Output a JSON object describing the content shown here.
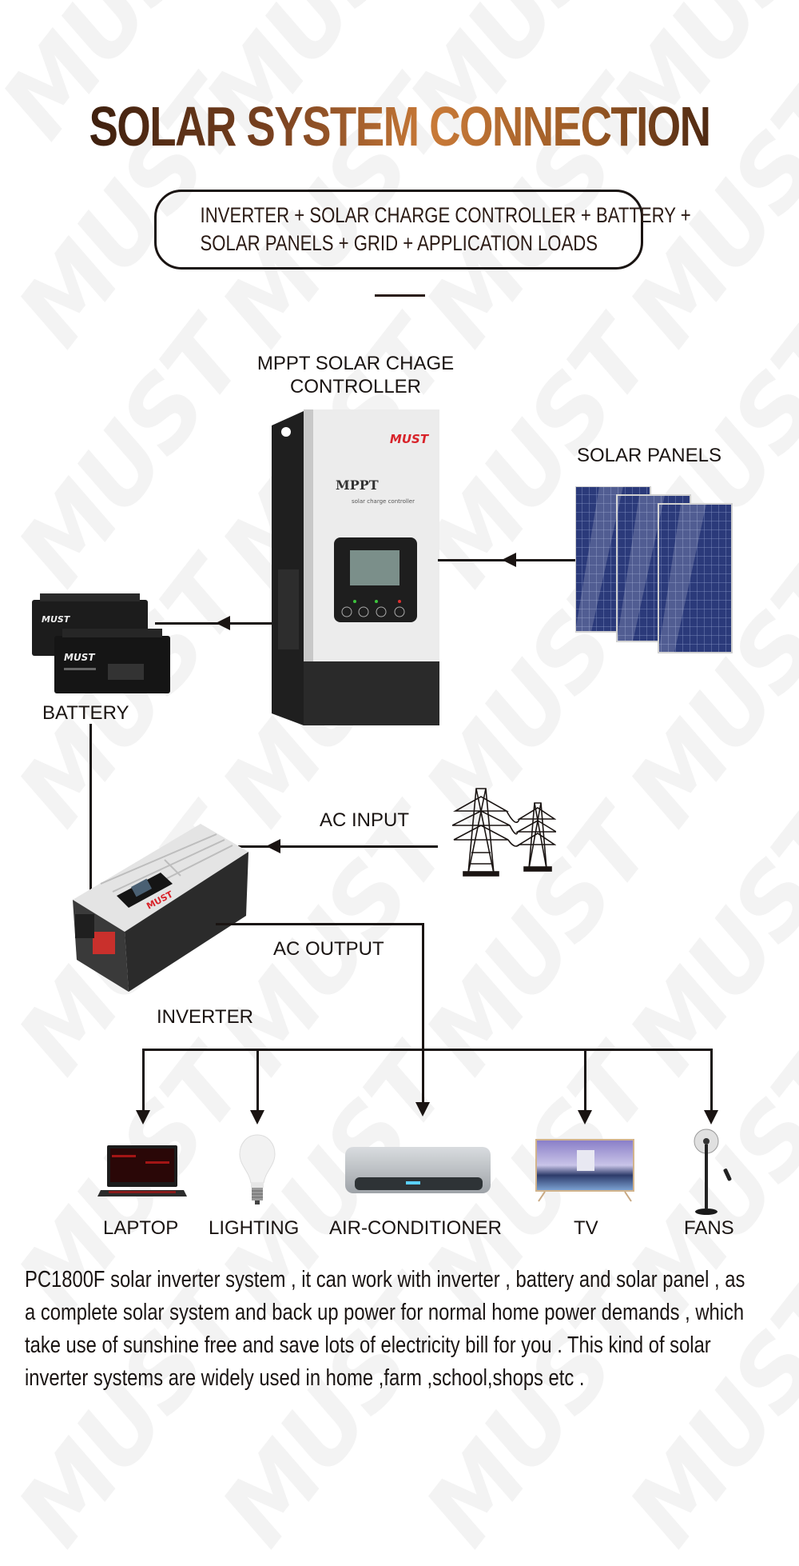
{
  "header": {
    "title": "SOLAR SYSTEM CONNECTION",
    "subtitle_line1": "INVERTER + SOLAR CHARGE CONTROLLER + BATTERY +",
    "subtitle_line2": "SOLAR PANELS + GRID + APPLICATION LOADS"
  },
  "watermark": {
    "text": "MUST"
  },
  "components": {
    "controller": {
      "label_line1": "MPPT SOLAR CHAGE",
      "label_line2": "CONTROLLER",
      "brand": "MUST",
      "model_text": "MPPT",
      "sub_text": "solar charge controller"
    },
    "solar_panels": {
      "label": "SOLAR PANELS"
    },
    "battery": {
      "label": "BATTERY",
      "brand": "MUST"
    },
    "grid": {
      "label": "AC INPUT"
    },
    "inverter": {
      "label": "INVERTER",
      "output_label": "AC OUTPUT",
      "brand": "MUST"
    }
  },
  "loads": [
    {
      "label": "LAPTOP",
      "icon": "laptop-icon"
    },
    {
      "label": "LIGHTING",
      "icon": "light-bulb-icon"
    },
    {
      "label": "AIR-CONDITIONER",
      "icon": "air-conditioner-icon"
    },
    {
      "label": "TV",
      "icon": "tv-icon"
    },
    {
      "label": "FANS",
      "icon": "fan-icon"
    }
  ],
  "description": {
    "line1": "PC1800F solar inverter system ,    it can work with inverter , battery and solar panel ,  as",
    "line2": "a complete solar system and back up power for normal home power demands , which",
    "line3": "take use of sunshine free and save lots of electricity bill for you . This kind of solar",
    "line4": "inverter systems are widely used in home ,farm ,school,shops etc ."
  },
  "colors": {
    "title_gradient_dark": "#3d1f0e",
    "title_gradient_light": "#c97a38",
    "line": "#1a1412",
    "brand_red": "#d8232a",
    "panel_blue": "#2b3a7a"
  }
}
